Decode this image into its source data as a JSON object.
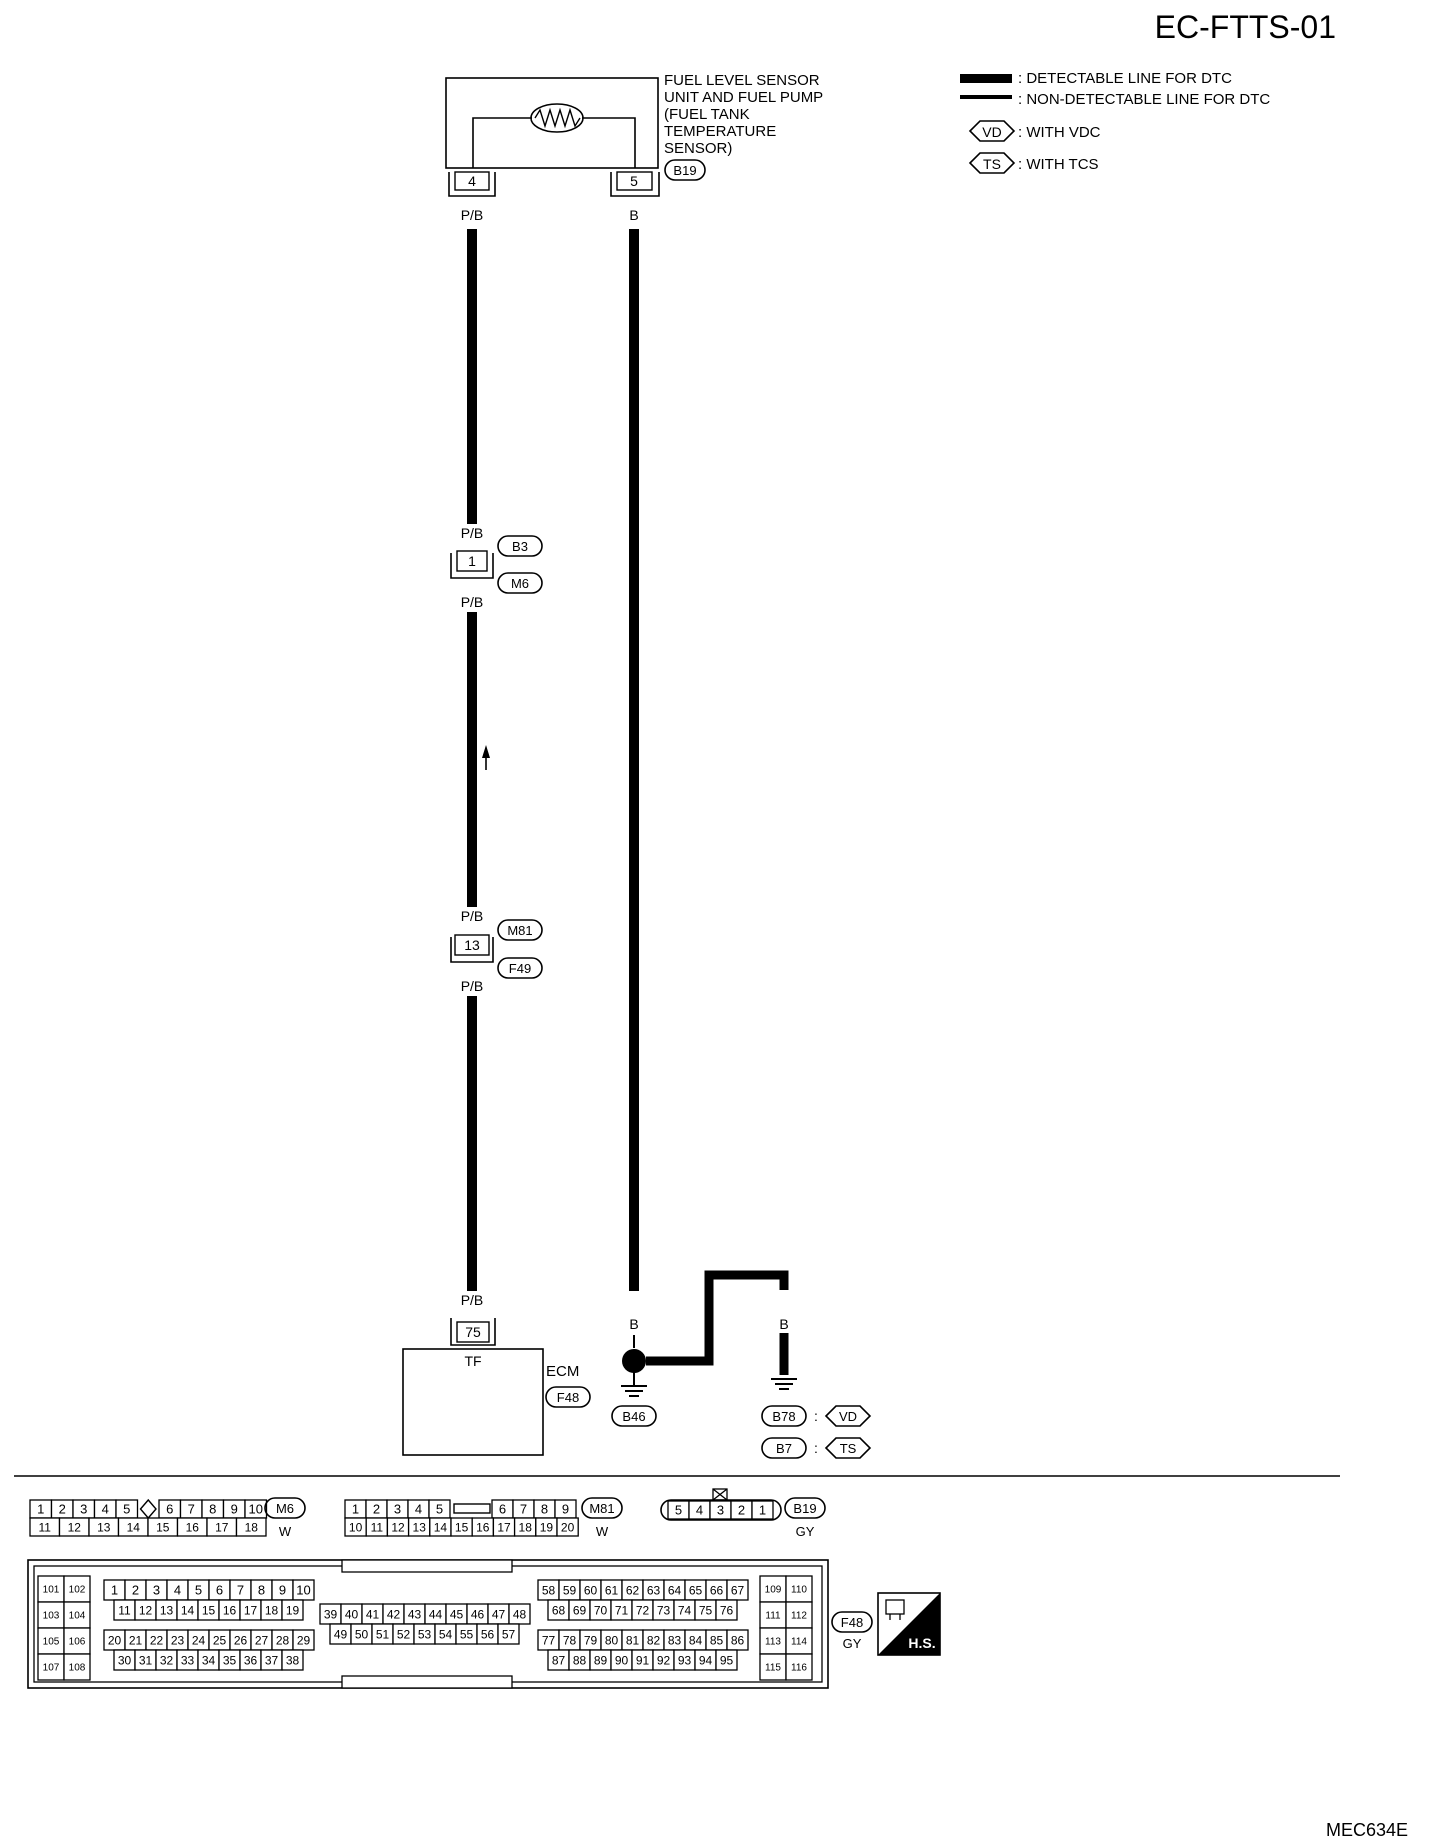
{
  "page": {
    "diagram_id": "EC-FTTS-01",
    "figure_code": "MEC634E"
  },
  "legend": {
    "detectable": ": DETECTABLE LINE FOR DTC",
    "non_detectable": ": NON-DETECTABLE LINE FOR DTC",
    "vdc_symbol": "VD",
    "vdc_text": ": WITH VDC",
    "tcs_symbol": "TS",
    "tcs_text": ": WITH TCS"
  },
  "sensor": {
    "label_lines": [
      "FUEL LEVEL SENSOR",
      "UNIT AND FUEL PUMP",
      "(FUEL TANK",
      "TEMPERATURE",
      "SENSOR)"
    ],
    "connector": "B19",
    "pin_left": "4",
    "pin_right": "5"
  },
  "wires": {
    "pb": "P/B",
    "b": "B"
  },
  "junction_1": {
    "pin": "1",
    "conn_top": "B3",
    "conn_bottom": "M6"
  },
  "junction_2": {
    "pin": "13",
    "conn_top": "M81",
    "conn_bottom": "F49"
  },
  "ecm": {
    "pin": "75",
    "terminal": "TF",
    "label": "ECM",
    "connector": "F48"
  },
  "grounds": {
    "left": "B46",
    "right_top": "B78",
    "right_top_cond": "VD",
    "right_bottom": "B7",
    "right_bottom_cond": "TS",
    "colon": ":"
  },
  "connector_views": {
    "m6": {
      "name": "M6",
      "color": "W",
      "row1": [
        "1",
        "2",
        "3",
        "4",
        "5",
        "",
        "6",
        "7",
        "8",
        "9",
        "10"
      ],
      "row2": [
        "11",
        "12",
        "13",
        "14",
        "15",
        "16",
        "17",
        "18"
      ]
    },
    "m81": {
      "name": "M81",
      "color": "W",
      "row1_left": [
        "1",
        "2",
        "3",
        "4",
        "5"
      ],
      "row1_right": [
        "6",
        "7",
        "8",
        "9"
      ],
      "row2": [
        "10",
        "11",
        "12",
        "13",
        "14",
        "15",
        "16",
        "17",
        "18",
        "19",
        "20"
      ]
    },
    "b19": {
      "name": "B19",
      "color": "GY",
      "pins": [
        "5",
        "4",
        "3",
        "2",
        "1"
      ]
    },
    "f48": {
      "name": "F48",
      "color": "GY",
      "left_pairs": [
        [
          "101",
          "102"
        ],
        [
          "103",
          "104"
        ],
        [
          "105",
          "106"
        ],
        [
          "107",
          "108"
        ]
      ],
      "a_row1": [
        "1",
        "2",
        "3",
        "4",
        "5",
        "6",
        "7",
        "8",
        "9",
        "10"
      ],
      "a_row2": [
        "11",
        "12",
        "13",
        "14",
        "15",
        "16",
        "17",
        "18",
        "19"
      ],
      "a_row3": [
        "20",
        "21",
        "22",
        "23",
        "24",
        "25",
        "26",
        "27",
        "28",
        "29"
      ],
      "a_row4": [
        "30",
        "31",
        "32",
        "33",
        "34",
        "35",
        "36",
        "37",
        "38"
      ],
      "b_row1": [
        "39",
        "40",
        "41",
        "42",
        "43",
        "44",
        "45",
        "46",
        "47",
        "48"
      ],
      "b_row2": [
        "49",
        "50",
        "51",
        "52",
        "53",
        "54",
        "55",
        "56",
        "57"
      ],
      "c_row1": [
        "58",
        "59",
        "60",
        "61",
        "62",
        "63",
        "64",
        "65",
        "66",
        "67"
      ],
      "c_row2": [
        "68",
        "69",
        "70",
        "71",
        "72",
        "73",
        "74",
        "75",
        "76"
      ],
      "c_row3": [
        "77",
        "78",
        "79",
        "80",
        "81",
        "82",
        "83",
        "84",
        "85",
        "86"
      ],
      "c_row4": [
        "87",
        "88",
        "89",
        "90",
        "91",
        "92",
        "93",
        "94",
        "95"
      ],
      "right_pairs": [
        [
          "109",
          "110"
        ],
        [
          "111",
          "112"
        ],
        [
          "113",
          "114"
        ],
        [
          "115",
          "116"
        ]
      ]
    }
  },
  "hs_badge": {
    "text": "H.S."
  }
}
